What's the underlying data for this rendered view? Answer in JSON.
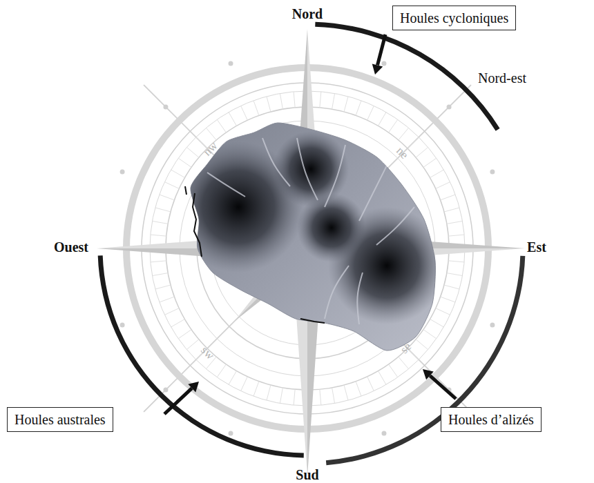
{
  "diagram": {
    "nodes": [
      {
        "text": [
          "Houles cycloniques"
        ]
      },
      {
        "text": [
          "Houles australes"
        ]
      },
      {
        "text": [
          "Houles d’alizés"
        ]
      }
    ],
    "edges": [],
    "labels": [
      "Nord",
      "Nord-est",
      "Ouest",
      "Est",
      "Sud",
      "nw",
      "ne",
      "sw",
      "se"
    ]
  }
}
